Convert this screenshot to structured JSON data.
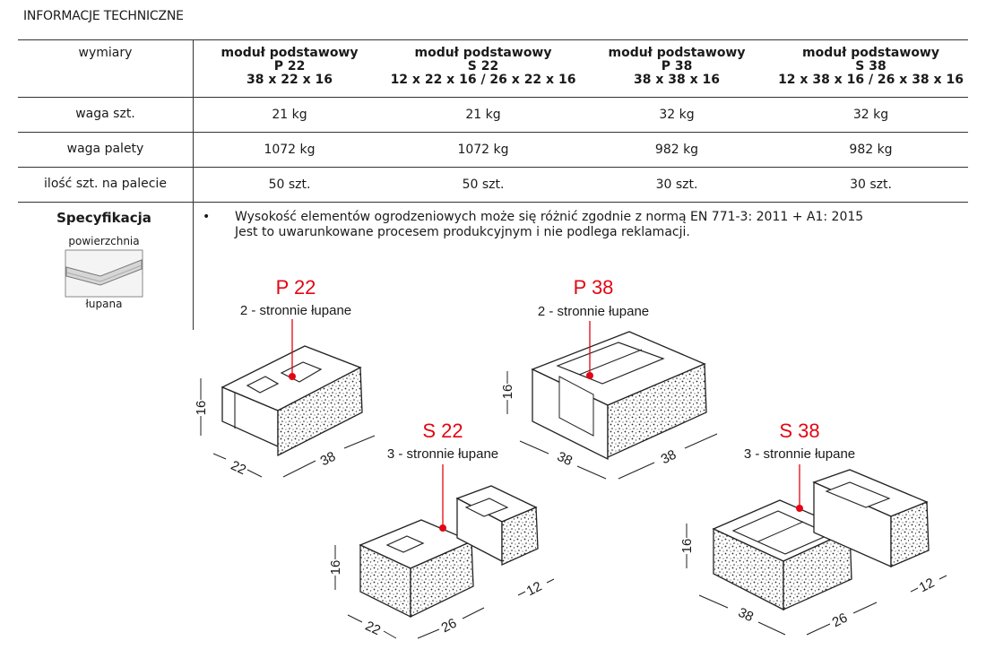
{
  "section_title": "INFORMACJE TECHNICZNE",
  "table": {
    "row_header": "wymiary",
    "columns": [
      {
        "line1": "moduł podstawowy",
        "line2": "P 22",
        "line3": "38 x 22 x 16"
      },
      {
        "line1": "moduł podstawowy",
        "line2": "S 22",
        "line3": "12 x 22 x 16 / 26 x 22 x 16"
      },
      {
        "line1": "moduł podstawowy",
        "line2": "P 38",
        "line3": "38 x 38 x 16"
      },
      {
        "line1": "moduł podstawowy",
        "line2": "S 38",
        "line3": "12 x 38 x 16 / 26 x 38 x 16"
      }
    ],
    "rows": [
      {
        "label": "waga szt.",
        "values": [
          "21 kg",
          "21 kg",
          "32 kg",
          "32 kg"
        ]
      },
      {
        "label": "waga palety",
        "values": [
          "1072 kg",
          "1072 kg",
          "982 kg",
          "982 kg"
        ]
      },
      {
        "label": "ilość szt. na palecie",
        "values": [
          "50 szt.",
          "50 szt.",
          "30 szt.",
          "30 szt."
        ]
      }
    ]
  },
  "specification": {
    "label": "Specyfikacja",
    "surface_top": "powierzchnia",
    "surface_bottom": "łupana",
    "bullet": "•",
    "note_line1": "Wysokość elementów ogrodzeniowych może się różnić zgodnie z normą EN 771-3: 2011 + A1: 2015",
    "note_line2": "Jest to uwarunkowane procesem produkcyjnym i nie podlega reklamacji."
  },
  "diagrams": {
    "p22": {
      "title": "P 22",
      "subtitle": "2 - stronnie łupane",
      "dim_h": "16",
      "dim_a": "22",
      "dim_b": "38"
    },
    "p38": {
      "title": "P 38",
      "subtitle": "2 - stronnie łupane",
      "dim_h": "16",
      "dim_a": "38",
      "dim_b": "38"
    },
    "s22": {
      "title": "S 22",
      "subtitle": "3 - stronnie łupane",
      "dim_h": "16",
      "dim_a": "22",
      "dim_b": "26",
      "dim_c": "12"
    },
    "s38": {
      "title": "S 38",
      "subtitle": "3 - stronnie łupane",
      "dim_h": "16",
      "dim_a": "38",
      "dim_b": "26",
      "dim_c": "12"
    }
  },
  "colors": {
    "accent": "#e30613",
    "line": "#333333"
  }
}
